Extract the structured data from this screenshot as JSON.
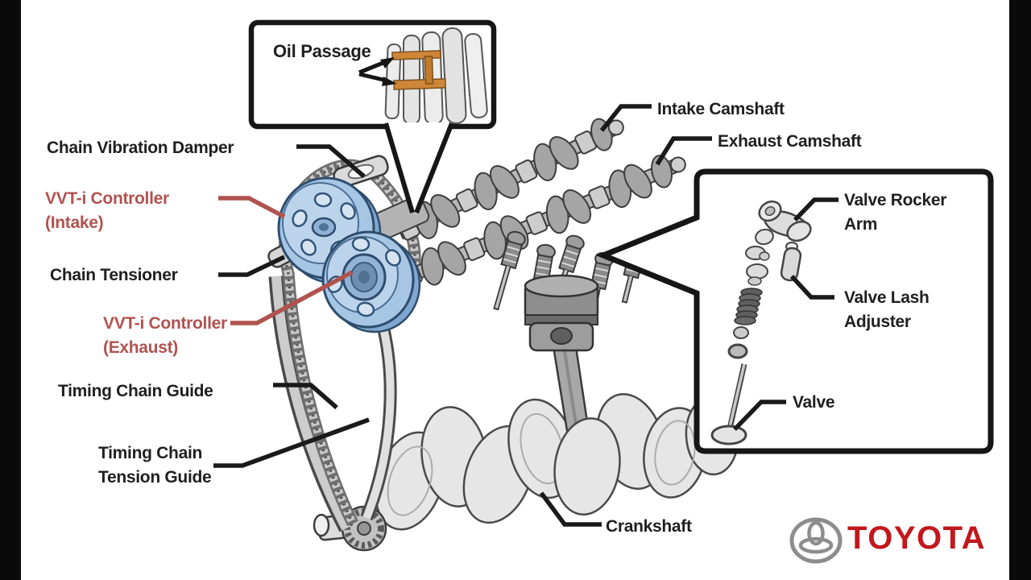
{
  "labels": {
    "oil_passage": "Oil Passage",
    "chain_vibration_damper": "Chain Vibration Damper",
    "vvti_controller_intake": "VVT-i Controller\n(Intake)",
    "chain_tensioner": "Chain Tensioner",
    "vvti_controller_exhaust": "VVT-i Controller\n(Exhaust)",
    "timing_chain_guide": "Timing Chain Guide",
    "timing_chain_tension_guide": "Timing Chain\nTension Guide",
    "intake_camshaft": "Intake Camshaft",
    "exhaust_camshaft": "Exhaust Camshaft",
    "valve_rocker_arm": "Valve Rocker\nArm",
    "valve_lash_adjuster": "Valve Lash\nAdjuster",
    "valve": "Valve",
    "crankshaft": "Crankshaft"
  },
  "brand": {
    "wordmark": "TOYOTA",
    "emblem": "toyota-emblem-icon"
  },
  "colors": {
    "label_black": "#1f1f1f",
    "label_red": "#b0534f",
    "leader_black": "#1a1a1a",
    "leader_red": "#b0534f",
    "box_stroke": "#161616",
    "sprocket_blue": "#a7c6e4",
    "sprocket_blue_light": "#bcd4eb",
    "sprocket_blue_mid": "#7fa7cf",
    "sprocket_blue_outline": "#2e4d6e",
    "oil_passage_orange": "#cf8638",
    "toyota_red": "#c2181c",
    "emblem_gray": "#8d8d8d",
    "background_black": "#0a0a0a",
    "panel_white": "#ffffff"
  }
}
